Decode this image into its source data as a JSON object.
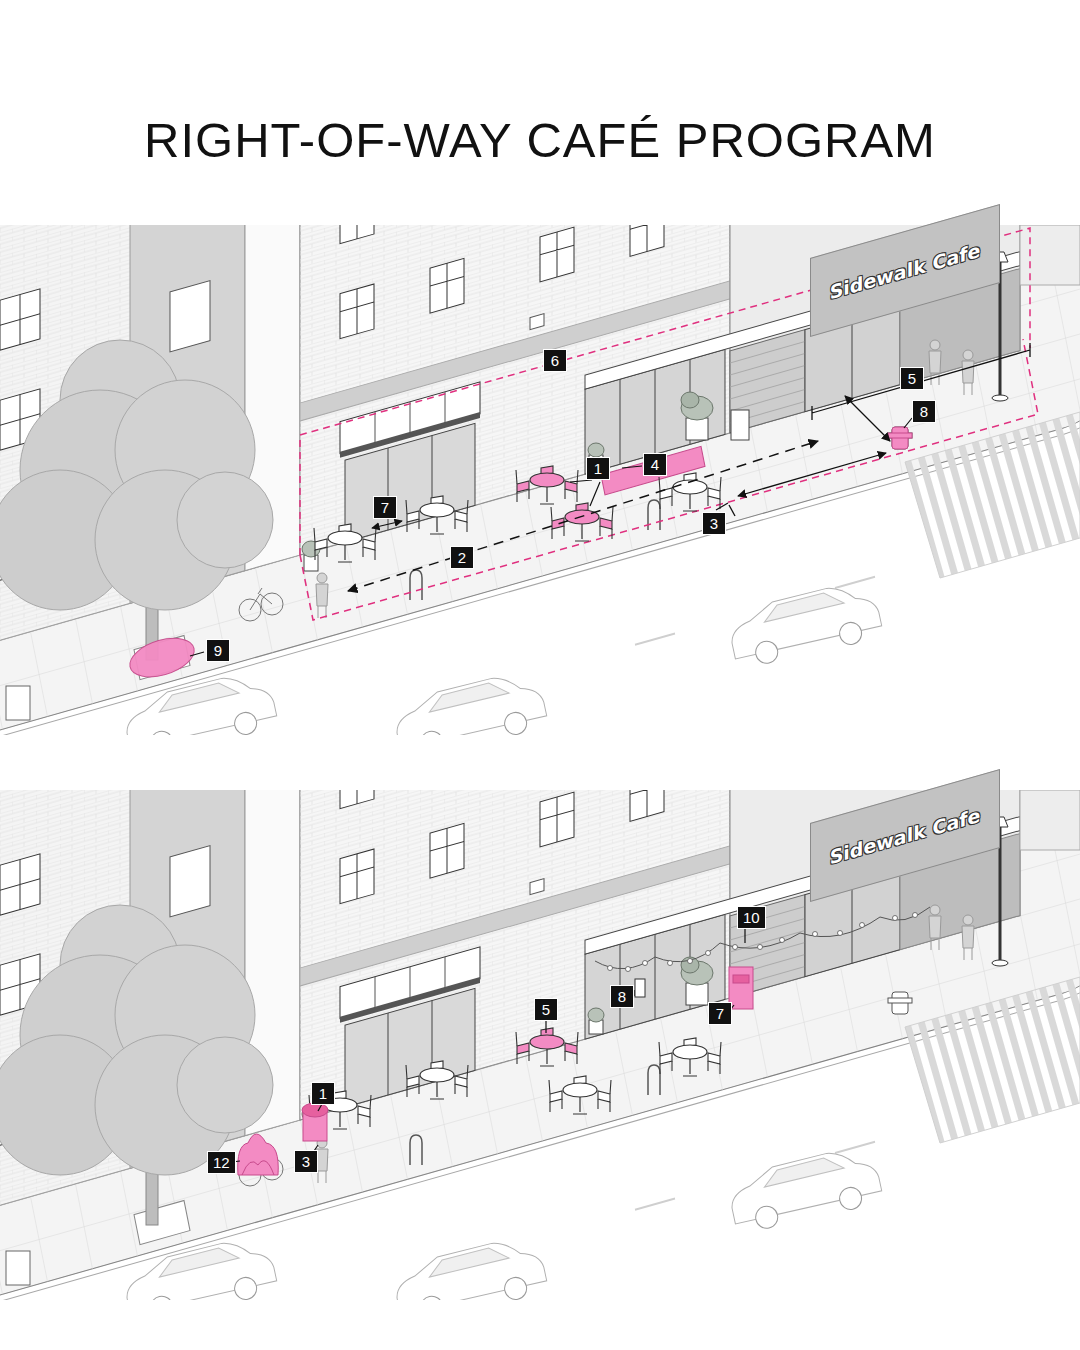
{
  "diagram": {
    "title": "RIGHT-OF-WAY CAFÉ PROGRAM",
    "nodes": [
      {
        "text": [
          "Sidewalk Cafe"
        ]
      },
      {
        "text": [
          "Sidewalk Cafe"
        ]
      }
    ],
    "labels": [
      "6",
      "5",
      "8",
      "1",
      "4",
      "7",
      "3",
      "2",
      "9",
      "10",
      "8",
      "7",
      "5",
      "1",
      "3",
      "12"
    ]
  }
}
